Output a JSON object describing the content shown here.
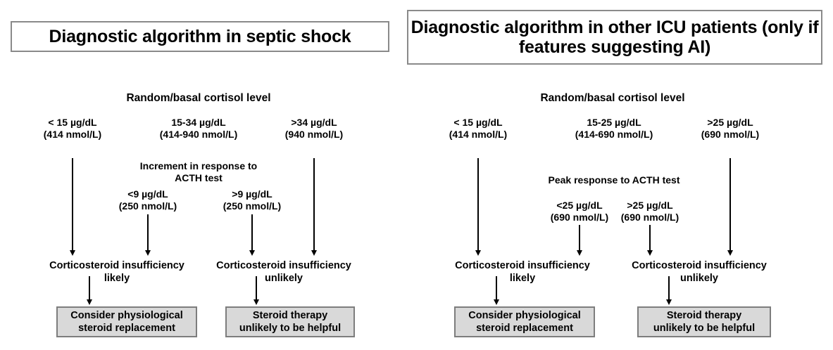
{
  "figure": {
    "type": "flowchart",
    "panels": [
      {
        "id": "septic-shock",
        "title": "Diagnostic algorithm in septic shock",
        "heading": "Random/basal cortisol level",
        "levels": [
          {
            "id": "low",
            "line1": "< 15 µg/dL",
            "line2": "(414 nmol/L)"
          },
          {
            "id": "mid",
            "line1": "15-34 µg/dL",
            "line2": "(414-940 nmol/L)"
          },
          {
            "id": "high",
            "line1": ">34 µg/dL",
            "line2": "(940 nmol/L)"
          }
        ],
        "test_label": "Increment in response to\nACTH test",
        "test_results": [
          {
            "id": "below-cutoff",
            "line1": "<9 µg/dL",
            "line2": "(250 nmol/L)"
          },
          {
            "id": "above-cutoff",
            "line1": ">9 µg/dL",
            "line2": "(250 nmol/L)"
          }
        ],
        "outcomes": [
          {
            "id": "likely",
            "text": "Corticosteroid insufficiency\nlikely"
          },
          {
            "id": "unlikely",
            "text": "Corticosteroid insufficiency\nunlikely"
          }
        ],
        "recommendations": [
          {
            "id": "replace",
            "text": "Consider physiological\nsteroid replacement"
          },
          {
            "id": "no-steroid",
            "text": "Steroid therapy\nunlikely to be helpful"
          }
        ]
      },
      {
        "id": "other-icu",
        "title": "Diagnostic algorithm in other ICU patients\n(only if features suggesting AI)",
        "heading": "Random/basal cortisol level",
        "levels": [
          {
            "id": "low",
            "line1": "< 15 µg/dL",
            "line2": "(414 nmol/L)"
          },
          {
            "id": "mid",
            "line1": "15-25 µg/dL",
            "line2": "(414-690 nmol/L)"
          },
          {
            "id": "high",
            "line1": ">25 µg/dL",
            "line2": "(690 nmol/L)"
          }
        ],
        "test_label": "Peak response to ACTH test",
        "test_results": [
          {
            "id": "below-cutoff",
            "line1": "<25 µg/dL",
            "line2": "(690 nmol/L)"
          },
          {
            "id": "above-cutoff",
            "line1": ">25 µg/dL",
            "line2": "(690 nmol/L)"
          }
        ],
        "outcomes": [
          {
            "id": "likely",
            "text": "Corticosteroid insufficiency\nlikely"
          },
          {
            "id": "unlikely",
            "text": "Corticosteroid insufficiency\nunlikely"
          }
        ],
        "recommendations": [
          {
            "id": "replace",
            "text": "Consider physiological\nsteroid replacement"
          },
          {
            "id": "no-steroid",
            "text": "Steroid therapy\nunlikely to be helpful"
          }
        ]
      }
    ],
    "colors": {
      "background": "#ffffff",
      "text": "#000000",
      "result_box_fill": "#d9d9d9",
      "result_box_border": "#7d7d7d",
      "title_box_border": "#8a8a8a",
      "arrow": "#000000"
    }
  }
}
